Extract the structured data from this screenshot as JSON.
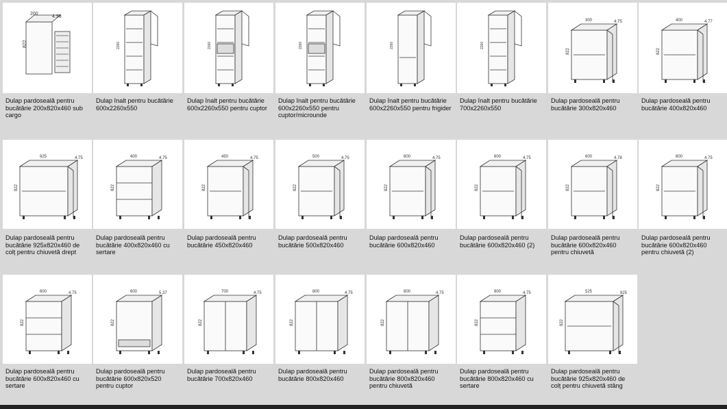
{
  "catalog": {
    "items": [
      {
        "caption": "Dulap pardoseală pentru bucătărie 200x820x460 sub cargo",
        "icon": "cargo-cabinet-icon",
        "dims": [
          "200",
          "4.98",
          "822"
        ]
      },
      {
        "caption": "Dulap înalt pentru bucătărie 600x2260x550",
        "icon": "tall-cabinet-icon",
        "dims": []
      },
      {
        "caption": "Dulap înalt pentru bucătărie 600x2260x550 pentru cuptor",
        "icon": "tall-oven-cabinet-icon",
        "dims": []
      },
      {
        "caption": "Dulap înalt pentru bucătărie 600x2260x550 pentru cuptor/microunde",
        "icon": "tall-microwave-cabinet-icon",
        "dims": []
      },
      {
        "caption": "Dulap înalt pentru bucătărie 600x2260x550 pentru frigider",
        "icon": "tall-fridge-cabinet-icon",
        "dims": []
      },
      {
        "caption": "Dulap înalt pentru bucătărie 700x2260x550",
        "icon": "tall-cabinet-icon",
        "dims": []
      },
      {
        "caption": "Dulap pardoseală pentru bucătărie 300x820x460",
        "icon": "base-cabinet-icon",
        "dims": [
          "300",
          "4.75",
          "822"
        ]
      },
      {
        "caption": "Dulap pardoseală pentru bucătărie 400x820x460",
        "icon": "base-cabinet-icon",
        "dims": [
          "400",
          "4.77",
          "822"
        ]
      },
      {
        "caption": "Dulap pardoseală pentru bucătărie 925x820x460 de colț pentru chiuvetă drept",
        "icon": "corner-sink-cabinet-icon",
        "dims": [
          "925",
          "4.75",
          "822"
        ]
      },
      {
        "caption": "Dulap pardoseală pentru bucătărie 400x820x460 cu sertare",
        "icon": "drawer-cabinet-icon",
        "dims": [
          "400",
          "4.75",
          "822"
        ]
      },
      {
        "caption": "Dulap pardoseală pentru bucătărie 450x820x460",
        "icon": "base-cabinet-icon",
        "dims": [
          "450",
          "4.75",
          "822"
        ]
      },
      {
        "caption": "Dulap pardoseală pentru bucătărie 500x820x460",
        "icon": "base-cabinet-icon",
        "dims": [
          "500",
          "4.75",
          "822"
        ]
      },
      {
        "caption": "Dulap pardoseală pentru bucătărie 600x820x460",
        "icon": "base-cabinet-icon",
        "dims": [
          "600",
          "4.75",
          "822"
        ]
      },
      {
        "caption": "Dulap pardoseală pentru bucătărie 600x820x460 (2)",
        "icon": "base-cabinet-icon",
        "dims": [
          "600",
          "4.75",
          "822"
        ]
      },
      {
        "caption": "Dulap pardoseală pentru bucătărie 600x820x460 pentru chiuvetă",
        "icon": "sink-cabinet-icon",
        "dims": [
          "600",
          "4.78",
          "822"
        ]
      },
      {
        "caption": "Dulap pardoseală pentru bucătărie 600x820x460 pentru chiuvetă (2)",
        "icon": "sink-cabinet-icon",
        "dims": [
          "600",
          "4.75",
          "822"
        ]
      },
      {
        "caption": "Dulap pardoseală pentru bucătărie 600x820x460 cu sertare",
        "icon": "drawer-cabinet-icon",
        "dims": [
          "600",
          "4.75",
          "822"
        ]
      },
      {
        "caption": "Dulap pardoseală pentru bucătărie 600x820x520 pentru cuptor",
        "icon": "oven-base-cabinet-icon",
        "dims": [
          "600",
          "5.37",
          "822"
        ]
      },
      {
        "caption": "Dulap pardoseală pentru bucătărie 700x820x460",
        "icon": "double-door-cabinet-icon",
        "dims": [
          "700",
          "4.75",
          "822"
        ]
      },
      {
        "caption": "Dulap pardoseală pentru bucătărie 800x820x460",
        "icon": "double-door-cabinet-icon",
        "dims": [
          "800",
          "4.75",
          "822"
        ]
      },
      {
        "caption": "Dulap pardoseală pentru bucătărie 800x820x460 pentru chiuvetă",
        "icon": "double-door-sink-cabinet-icon",
        "dims": [
          "800",
          "4.75",
          "822"
        ]
      },
      {
        "caption": "Dulap pardoseală pentru bucătărie 800x820x460 cu sertare",
        "icon": "drawer-cabinet-icon",
        "dims": [
          "800",
          "4.75",
          "822"
        ]
      },
      {
        "caption": "Dulap pardoseală pentru bucătărie 925x820x460 de colț pentru chiuvetă stâng",
        "icon": "corner-sink-cabinet-icon",
        "dims": [
          "525",
          "925",
          "822"
        ]
      }
    ]
  }
}
